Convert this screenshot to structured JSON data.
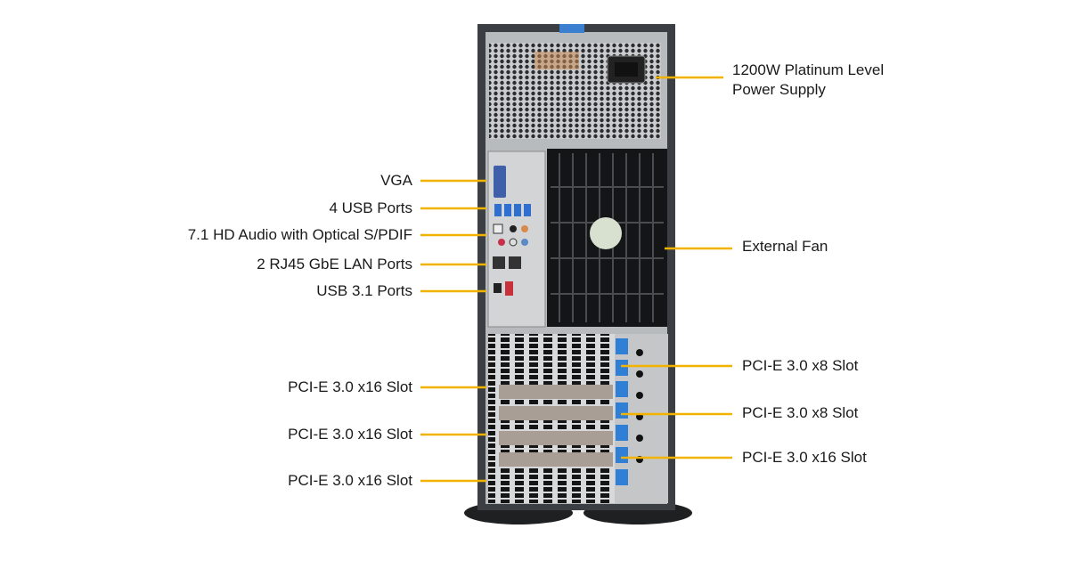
{
  "colors": {
    "leader": "#f2b200",
    "chassis": "#3b3e42",
    "latch": "#3a7fd0",
    "pcie_clip": "#2f7fd6"
  },
  "labels_left": [
    {
      "id": "vga",
      "text": "VGA"
    },
    {
      "id": "usb",
      "text": "4 USB Ports"
    },
    {
      "id": "audio",
      "text": "7.1 HD Audio with Optical S/PDIF"
    },
    {
      "id": "lan",
      "text": "2 RJ45 GbE LAN Ports"
    },
    {
      "id": "usb31",
      "text": "USB 3.1 Ports"
    },
    {
      "id": "pcie1",
      "text": "PCI-E 3.0 x16 Slot"
    },
    {
      "id": "pcie2",
      "text": "PCI-E 3.0 x16 Slot"
    },
    {
      "id": "pcie3",
      "text": "PCI-E 3.0 x16 Slot"
    }
  ],
  "labels_right": [
    {
      "id": "psu",
      "line1": "1200W Platinum Level",
      "line2": "Power Supply"
    },
    {
      "id": "fan",
      "text": "External Fan"
    },
    {
      "id": "pcie4",
      "text": "PCI-E 3.0 x8 Slot"
    },
    {
      "id": "pcie5",
      "text": "PCI-E 3.0 x8 Slot"
    },
    {
      "id": "pcie6",
      "text": "PCI-E 3.0 x16 Slot"
    }
  ]
}
